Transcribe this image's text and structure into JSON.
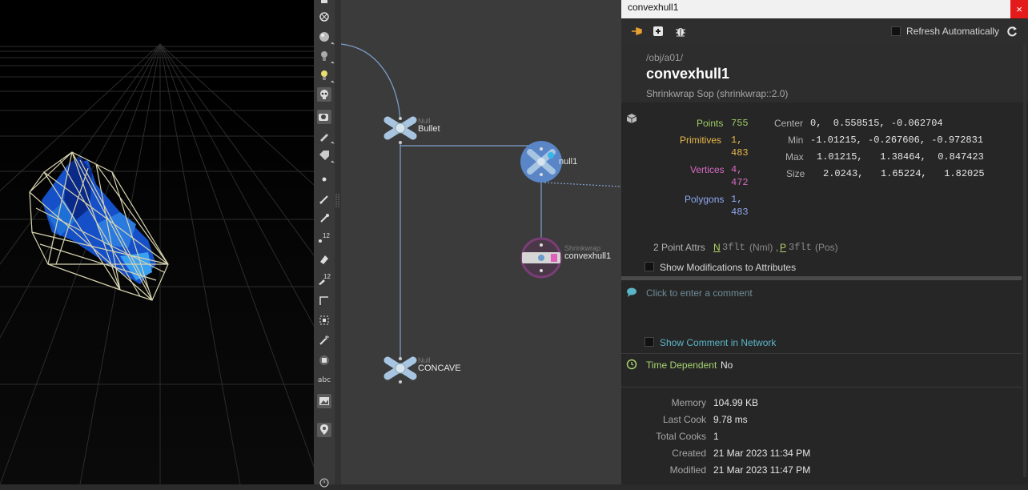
{
  "network": {
    "nodes": [
      {
        "type": "Null",
        "name": "Bullet"
      },
      {
        "type": "",
        "name": "null1"
      },
      {
        "type": "Shrinkwrap",
        "name": "convexhull1"
      },
      {
        "type": "Null",
        "name": "CONCAVE"
      }
    ]
  },
  "toolbar": {
    "icons": [
      "display-flag-icon",
      "xray-icon",
      "sphere-icon",
      "light-icon",
      "bulb-icon",
      "skull-icon",
      "camera-icon",
      "brush-icon",
      "tag-icon",
      "dot-icon",
      "pen-icon",
      "picker-icon",
      "number-icon",
      "paint-icon",
      "number2-icon",
      "corner-icon",
      "grid-icon",
      "wand-icon",
      "box-icon"
    ],
    "abc_label": "abc",
    "number_label": "12"
  },
  "panel": {
    "window_title": "convexhull1",
    "close_glyph": "×",
    "refresh_label": "Refresh Automatically",
    "path": "/obj/a01/",
    "node_name": "convexhull1",
    "node_type": "Shrinkwrap Sop (shrinkwrap::2.0)",
    "stats": {
      "points_label": "Points",
      "points_value": "755",
      "prims_label": "Primitives",
      "prims_value_1": "1,",
      "prims_value_2": "483",
      "verts_label": "Vertices",
      "verts_value_1": "4,",
      "verts_value_2": "472",
      "polys_label": "Polygons",
      "polys_value_1": "1,",
      "polys_value_2": "483"
    },
    "bounds": {
      "center_label": "Center",
      "center_value": "0,  0.558515, -0.062704",
      "min_label": "Min",
      "min_value": "-1.01215, -0.267606, -0.972831",
      "max_label": "Max",
      "max_value": "1.01215,   1.38464,  0.847423",
      "size_label": "Size",
      "size_value": "2.0243,   1.65224,   1.82025"
    },
    "attrs": {
      "label": "2 Point Attrs",
      "n_name": "N",
      "n_type": "3flt",
      "n_desc": "(Nml)",
      "comma": ",",
      "p_name": "P",
      "p_type": "3flt",
      "p_desc": "(Pos)"
    },
    "show_mods_label": "Show Modifications to Attributes",
    "comment_placeholder": "Click to enter a comment",
    "show_comment_label": "Show Comment in Network",
    "time_dep_label": "Time Dependent",
    "time_dep_value": "No",
    "info": [
      {
        "label": "Memory",
        "value": "104.99 KB"
      },
      {
        "label": "Last Cook",
        "value": "9.78 ms"
      },
      {
        "label": "Total Cooks",
        "value": "1"
      },
      {
        "label": "Created",
        "value": "21 Mar 2023 11:34 PM"
      },
      {
        "label": "Modified",
        "value": "21 Mar 2023 11:47 PM"
      }
    ]
  },
  "colors": {
    "points": "#9ccc65",
    "prims": "#e8b84a",
    "verts": "#d86bc2",
    "polys": "#8fa8f0",
    "comment": "#5bb5c8",
    "timedep": "#a6d36f"
  }
}
